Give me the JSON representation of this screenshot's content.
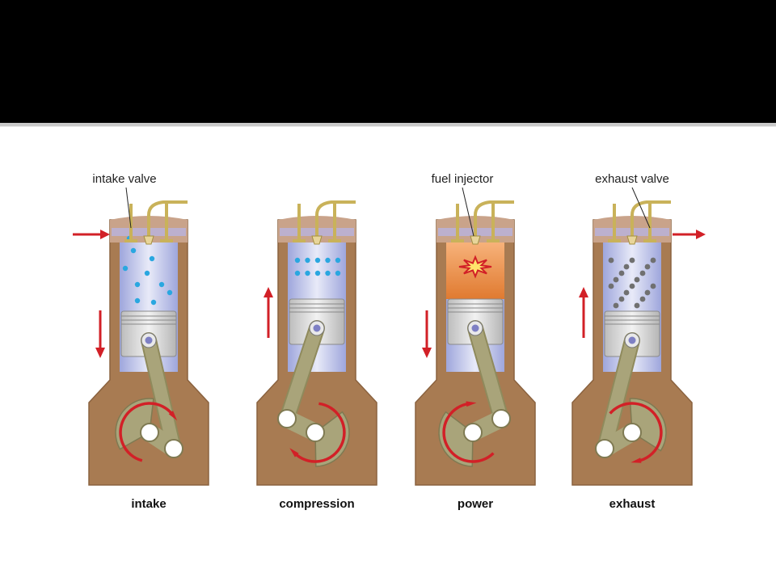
{
  "slide": {
    "title": "",
    "colors": {
      "header_background": "#000000",
      "crankcase": "#a87b52",
      "cylinder": "#b9bfe6",
      "piston": "#d8d8d8",
      "connecting_rod": "#a9a47a",
      "arrow": "#d22027",
      "air_particle": "#2aa7e0",
      "exhaust_particle": "#707070",
      "combustion": "#e88a40"
    }
  },
  "diagram": {
    "stages": [
      {
        "id": "intake",
        "label": "intake",
        "piston_direction": "down",
        "callout": "intake valve"
      },
      {
        "id": "compression",
        "label": "compression",
        "piston_direction": "up",
        "callout": ""
      },
      {
        "id": "power",
        "label": "power",
        "piston_direction": "down",
        "callout": "fuel injector"
      },
      {
        "id": "exhaust",
        "label": "exhaust",
        "piston_direction": "up",
        "callout": "exhaust valve"
      }
    ]
  }
}
